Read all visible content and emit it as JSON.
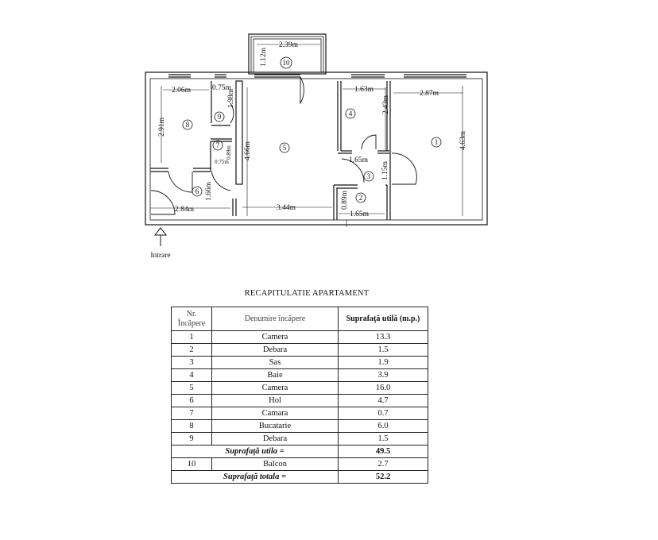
{
  "plan": {
    "entrance_label": "Intrare",
    "rooms": [
      "1",
      "2",
      "3",
      "4",
      "5",
      "6",
      "7",
      "8",
      "9",
      "10"
    ],
    "dimensions": {
      "balcony_width": "2.39m",
      "balcony_depth": "1.12m",
      "r8_width": "2.06m",
      "r9_width": "0.75m",
      "r9_length": "1.98m",
      "r8_length": "2.91m",
      "r7_width": "0.75m",
      "r7_length": "0.89m",
      "r5_length": "4.66m",
      "r4_width": "1.63m",
      "r4_length": "2.43m",
      "r1_width": "2.87m",
      "r1_length": "4.63m",
      "r3_width": "1.65m",
      "r3_length": "1.15m",
      "r2_length": "0.89m",
      "r2_width": "1.65m",
      "r5_width": "3.44m",
      "r6_width": "2.84m",
      "r6_length": "1.66m"
    }
  },
  "summary": {
    "title": "RECAPITULATIE APARTAMENT",
    "headers": {
      "nr_line1": "Nr.",
      "nr_line2": "Încăpere",
      "name": "Denumire încăpere",
      "area": "Suprafaţă utilă (m.p.)"
    },
    "rows": [
      {
        "nr": "1",
        "name": "Camera",
        "area": "13.3"
      },
      {
        "nr": "2",
        "name": "Debara",
        "area": "1.5"
      },
      {
        "nr": "3",
        "name": "Sas",
        "area": "1.9"
      },
      {
        "nr": "4",
        "name": "Baie",
        "area": "3.9"
      },
      {
        "nr": "5",
        "name": "Camera",
        "area": "16.0"
      },
      {
        "nr": "6",
        "name": "Hol",
        "area": "4.7"
      },
      {
        "nr": "7",
        "name": "Camara",
        "area": "0.7"
      },
      {
        "nr": "8",
        "name": "Bucatarie",
        "area": "6.0"
      },
      {
        "nr": "9",
        "name": "Debara",
        "area": "1.5"
      }
    ],
    "subtotal": {
      "label": "Suprafaţă utila =",
      "area": "49.5"
    },
    "balcony": {
      "nr": "10",
      "name": "Balcon",
      "area": "2.7"
    },
    "total": {
      "label": "Suprafaţă totala =",
      "area": "52.2"
    }
  }
}
